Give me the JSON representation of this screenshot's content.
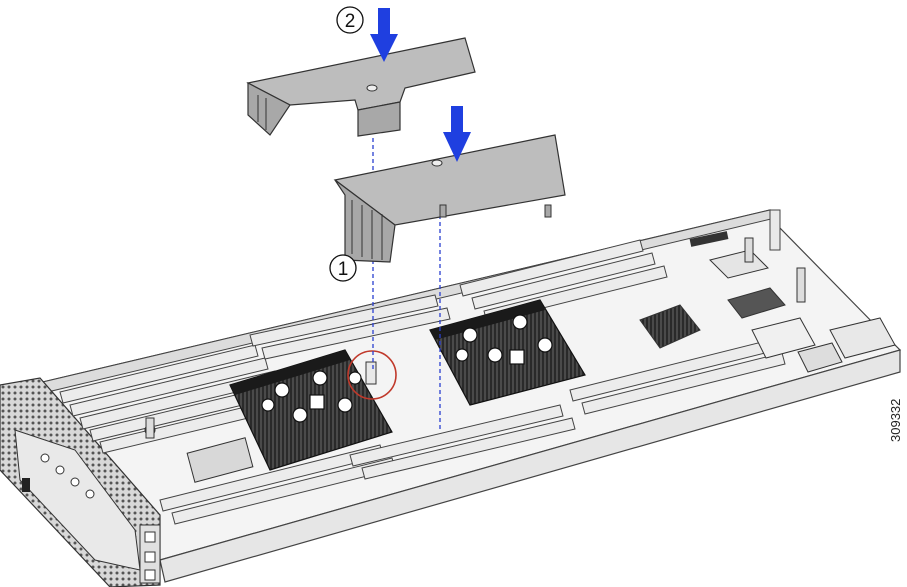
{
  "callouts": {
    "step1": "1",
    "step2": "2"
  },
  "figure_number": "309332",
  "colors": {
    "arrow": "#1f3fe0",
    "guide_line": "#2a3fd0",
    "highlight_circle": "#c0392b",
    "air_duct": "#b7b7b7",
    "heatsink": "#1a1a1a"
  },
  "icons": [
    "down-arrow-icon",
    "down-arrow-icon"
  ]
}
